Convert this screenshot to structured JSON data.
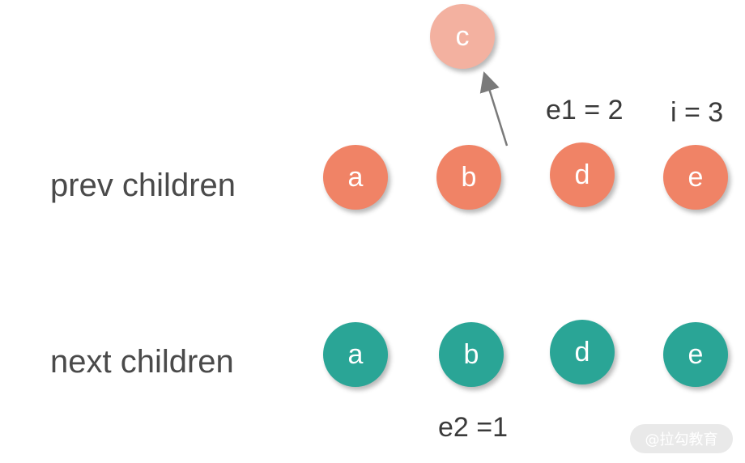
{
  "rows": {
    "prev_label": "prev children",
    "next_label": "next children"
  },
  "prev_nodes": [
    "a",
    "b",
    "d",
    "e"
  ],
  "next_nodes": [
    "a",
    "b",
    "d",
    "e"
  ],
  "removed_node": "c",
  "pointers": {
    "e1": "e1 = 2",
    "i": "i = 3",
    "e2": "e2 =1"
  },
  "watermark": "@拉勾教育",
  "colors": {
    "prev": "#f08366",
    "next": "#2aa596",
    "removed": "#f3b1a0",
    "arrow": "#7a7a7a"
  }
}
